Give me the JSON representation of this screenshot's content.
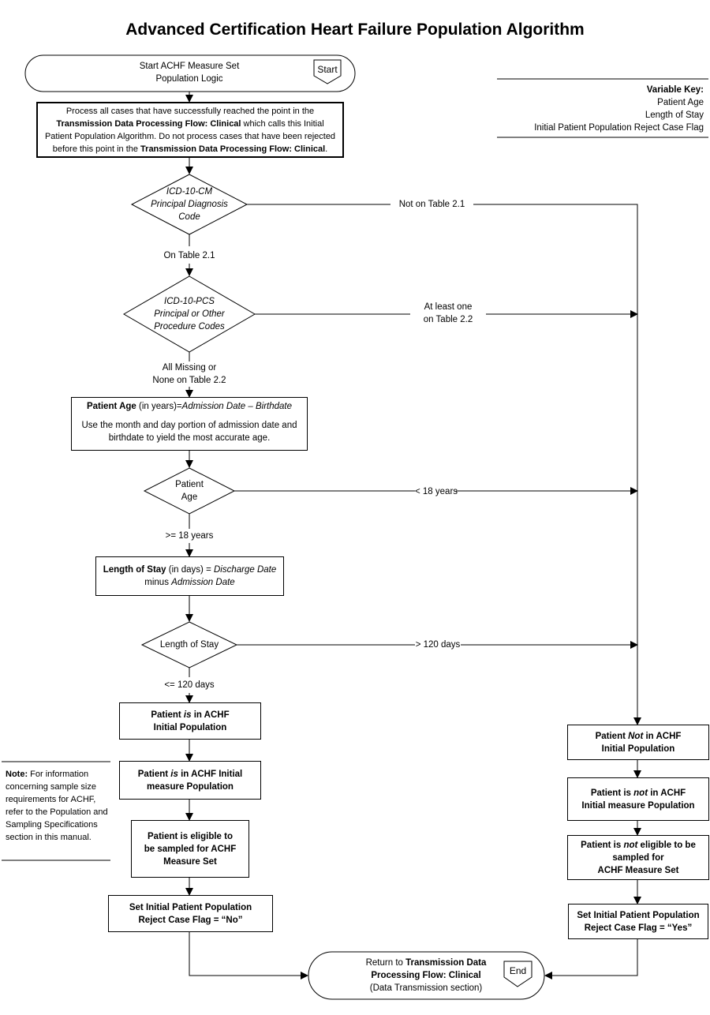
{
  "title": "Advanced Certification Heart Failure Population Algorithm",
  "start": {
    "text_line1": "Start ACHF Measure Set",
    "text_line2": "Population Logic",
    "tag": "Start"
  },
  "variable_key": {
    "heading": "Variable Key:",
    "items": [
      "Patient Age",
      "Length of Stay",
      "Initial Patient Population Reject Case Flag"
    ]
  },
  "process": {
    "line1": "Process all cases that have successfully reached the point in the",
    "bold1": "Transmission Data Processing Flow: Clinical",
    "line2": " which calls this Initial Patient Population Algorithm.  Do not process cases that have been rejected before this point in the ",
    "bold2": "Transmission Data Processing Flow: Clinical",
    "line3": "."
  },
  "decisions": {
    "icd10cm": {
      "line1": "ICD-10-CM",
      "line2": "Principal Diagnosis",
      "line3": "Code"
    },
    "icd10pcs": {
      "line1": "ICD-10-PCS",
      "line2": "Principal  or Other",
      "line3": "Procedure Codes"
    },
    "age": {
      "line1": "Patient",
      "line2": "Age"
    },
    "los": {
      "line1": "Length of Stay"
    }
  },
  "branches": {
    "not_on_21": "Not on Table 2.1",
    "on_21": "On Table 2.1",
    "at_least_one_l1": "At least one",
    "at_least_one_l2": "on Table 2.2",
    "all_missing_l1": "All Missing or",
    "all_missing_l2": "None on Table 2.2",
    "lt18": "< 18 years",
    "gte18": ">= 18 years",
    "gt120": "> 120 days",
    "lte120": "<= 120 days"
  },
  "age_box": {
    "bold": "Patient Age",
    "plain1": " (in years)=",
    "italic": "Admission Date – Birthdate",
    "line2": "Use the month and day portion of admission date and birthdate to yield the most accurate age."
  },
  "los_box": {
    "bold": "Length of Stay",
    "plain1": " (in days) = ",
    "italic1": "Discharge Date",
    "plain2": "minus ",
    "italic2": "Admission Date"
  },
  "left": {
    "in_ip_a": "Patient ",
    "in_ip_b": "is",
    "in_ip_c": " in ACHF",
    "in_ip_d": "Initial Population",
    "in_mp_a": "Patient ",
    "in_mp_b": "is",
    "in_mp_c": " in ACHF Initial",
    "in_mp_d": "measure Population",
    "eligible": "Patient is eligible to be sampled for ACHF Measure Set",
    "flag_l1": "Set Initial Patient Population",
    "flag_l2": "Reject Case Flag = “No”"
  },
  "right": {
    "not_ip_a": "Patient ",
    "not_ip_b": "Not",
    "not_ip_c": " in ACHF",
    "not_ip_d": "Initial Population",
    "not_mp_a": "Patient is ",
    "not_mp_b": "not",
    "not_mp_c": " in ACHF",
    "not_mp_d": "Initial measure Population",
    "not_el_a": "Patient is ",
    "not_el_b": "not",
    "not_el_c": " eligible to be sampled for",
    "not_el_d": "ACHF Measure Set",
    "flag_l1": "Set Initial Patient Population",
    "flag_l2": "Reject Case Flag = “Yes”"
  },
  "note": {
    "bold": "Note:",
    "text": " For information concerning sample size requirements for ACHF, refer to the Population and Sampling Specifications section in this manual."
  },
  "end": {
    "line1_a": "Return to ",
    "line1_b": "Transmission Data",
    "line2": "Processing Flow: Clinical",
    "line3": "(Data Transmission section)",
    "tag": "End"
  }
}
